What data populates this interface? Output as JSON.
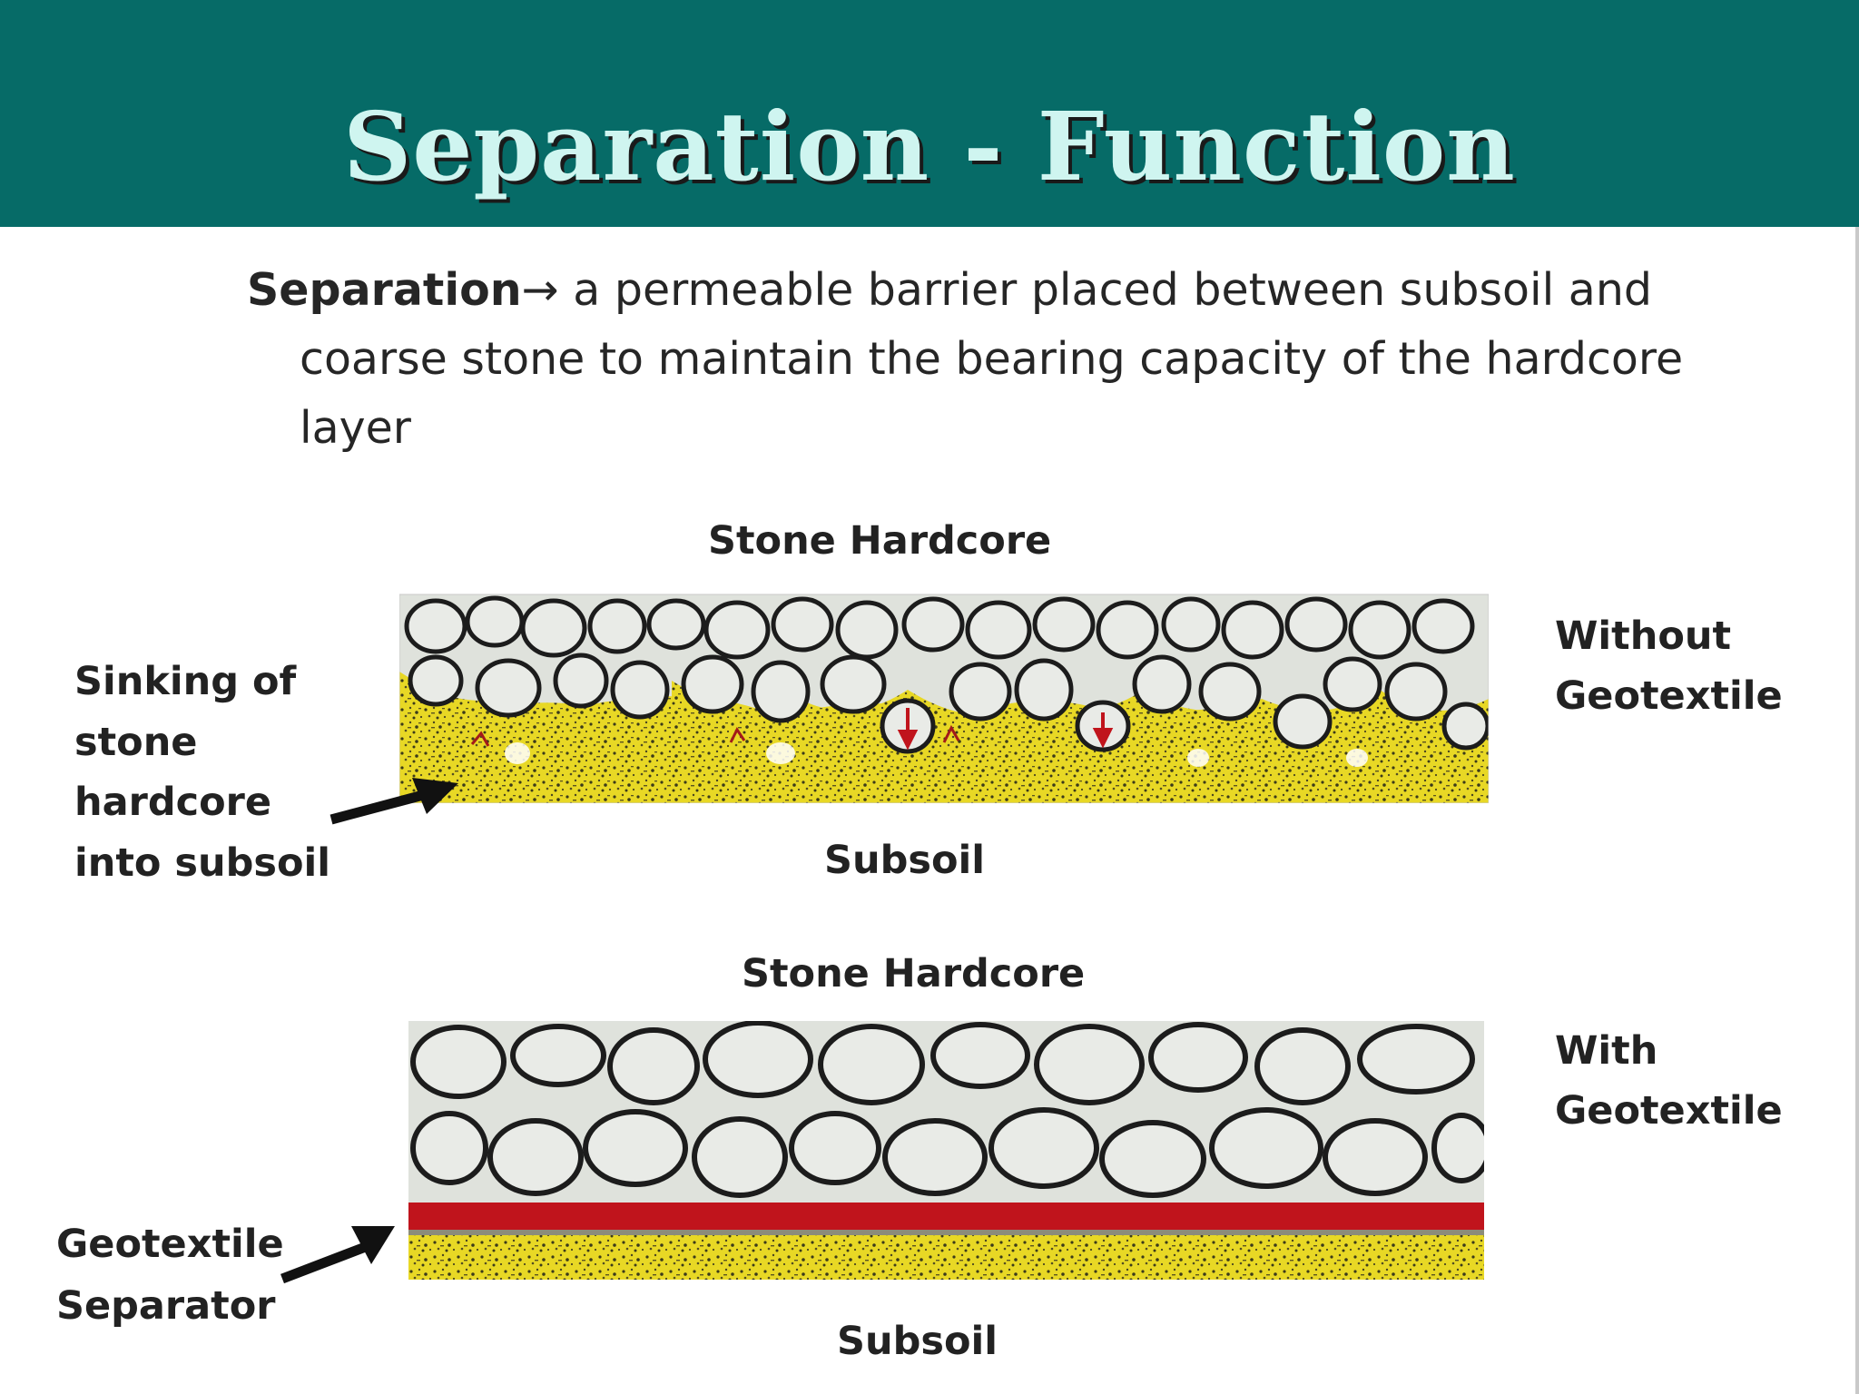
{
  "slide": {
    "title": "Separation - Function",
    "definition": {
      "term": "Separation",
      "arrow": "→",
      "line1_rest": " a permeable barrier placed between subsoil and",
      "line2": "coarse stone to maintain  the bearing capacity of the hardcore",
      "line3": "layer"
    }
  },
  "diagram_top": {
    "top_label": "Stone Hardcore",
    "bottom_label": "Subsoil",
    "right_label_line1": "Without",
    "right_label_line2": "Geotextile",
    "left_label_lines": [
      "Sinking of",
      "stone",
      "hardcore",
      "into subsoil"
    ]
  },
  "diagram_bottom": {
    "top_label": "Stone Hardcore",
    "bottom_label": "Subsoil",
    "right_label_line1": "With",
    "right_label_line2": "Geotextile",
    "left_label_lines": [
      "Geotextile",
      "Separator"
    ]
  },
  "colors": {
    "header_bg": "#066b67",
    "title_text": "#cff5f0",
    "subsoil_yellow": "#e8d825",
    "geotextile_red": "#c0141c",
    "stone_fill": "#e9ebe7",
    "stone_outline": "#1c1c1c"
  },
  "icons": [
    "arrow-right-icon",
    "pointer-arrow-icon",
    "down-arrow-icon"
  ]
}
